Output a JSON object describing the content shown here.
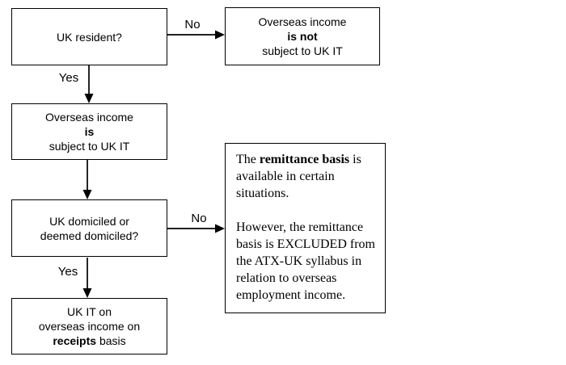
{
  "boxes": {
    "uk_resident": {
      "text": "UK resident?"
    },
    "not_subject": {
      "line1": "Overseas income",
      "line2_bold": "is not",
      "line3": "subject to UK IT"
    },
    "subject": {
      "line1": "Overseas income",
      "line2_bold": "is",
      "line3": "subject to UK IT"
    },
    "domiciled": {
      "line1": "UK domiciled or",
      "line2": "deemed domiciled?"
    },
    "receipts": {
      "line1": "UK IT on",
      "line2": "overseas income on",
      "line3_bold": "receipts",
      "line3_rest": " basis"
    },
    "note": {
      "p1_prefix": "The ",
      "p1_bold": "remittance basis",
      "p1_suffix": " is available in certain situations.",
      "p2": "However, the remittance basis is EXCLUDED from the ATX-UK syllabus in relation to overseas employment income."
    }
  },
  "labels": {
    "no_top": "No",
    "yes_top": "Yes",
    "no_mid": "No",
    "yes_bottom": "Yes"
  },
  "colors": {
    "line": "#000000",
    "text": "#000000",
    "background": "#ffffff"
  }
}
